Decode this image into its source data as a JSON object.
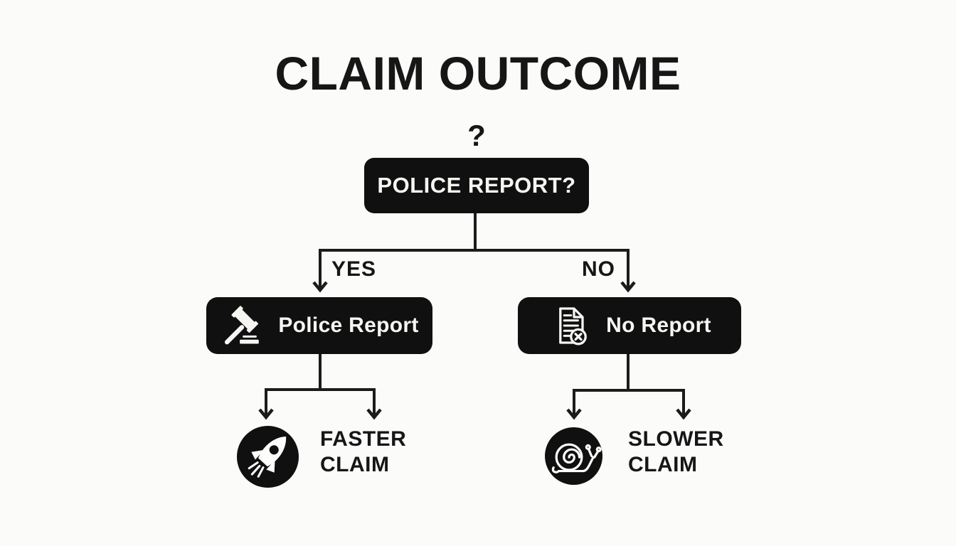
{
  "title": "CLAIM OUTCOME",
  "decision": {
    "question_mark": "?",
    "label": "POLICE REPORT?"
  },
  "branches": {
    "yes_label": "YES",
    "no_label": "NO"
  },
  "nodes": {
    "yes": {
      "label": "Police Report",
      "icon": "gavel-icon"
    },
    "no": {
      "label": "No Report",
      "icon": "document-x-icon"
    }
  },
  "outcomes": {
    "faster": {
      "line1": "FASTER",
      "line2": "CLAIM",
      "icon": "rocket-icon"
    },
    "slower": {
      "line1": "SLOWER",
      "line2": "CLAIM",
      "icon": "snail-icon"
    }
  },
  "colors": {
    "background": "#fbfbfa",
    "node_fill": "#101010",
    "node_text": "#f6f5f2",
    "connector": "#1b1b1b",
    "text": "#161616"
  }
}
